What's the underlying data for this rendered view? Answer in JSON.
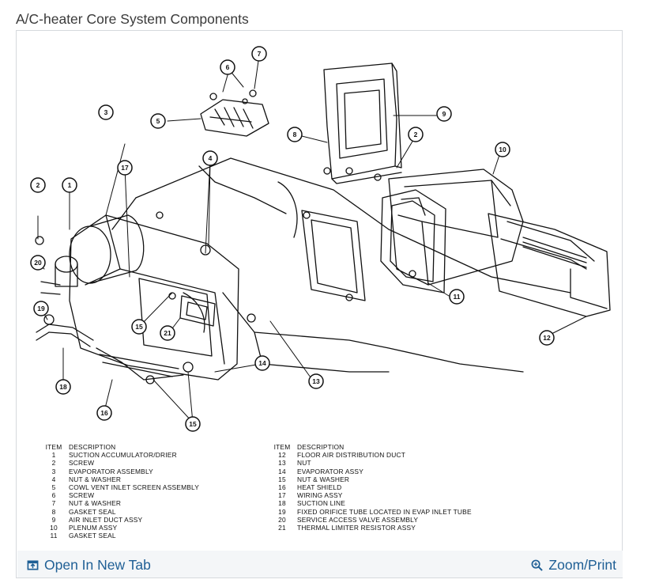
{
  "page": {
    "title": "A/C-heater Core System Components"
  },
  "legend": {
    "left": {
      "header": {
        "item": "ITEM",
        "description": "DESCRIPTION"
      },
      "rows": [
        {
          "item": "1",
          "description": "SUCTION ACCUMULATOR/DRIER"
        },
        {
          "item": "2",
          "description": "SCREW"
        },
        {
          "item": "3",
          "description": "EVAPORATOR ASSEMBLY"
        },
        {
          "item": "4",
          "description": "NUT & WASHER"
        },
        {
          "item": "5",
          "description": "COWL VENT INLET SCREEN ASSEMBLY"
        },
        {
          "item": "6",
          "description": "SCREW"
        },
        {
          "item": "7",
          "description": "NUT & WASHER"
        },
        {
          "item": "8",
          "description": "GASKET SEAL"
        },
        {
          "item": "9",
          "description": "AIR INLET DUCT ASSY"
        },
        {
          "item": "10",
          "description": "PLENUM ASSY"
        },
        {
          "item": "11",
          "description": "GASKET SEAL"
        }
      ]
    },
    "right": {
      "header": {
        "item": "ITEM",
        "description": "DESCRIPTION"
      },
      "rows": [
        {
          "item": "12",
          "description": "FLOOR AIR DISTRIBUTION DUCT"
        },
        {
          "item": "13",
          "description": "NUT"
        },
        {
          "item": "14",
          "description": "EVAPORATOR ASSY"
        },
        {
          "item": "15",
          "description": "NUT & WASHER"
        },
        {
          "item": "16",
          "description": "HEAT SHIELD"
        },
        {
          "item": "17",
          "description": "WIRING ASSY"
        },
        {
          "item": "18",
          "description": "SUCTION LINE"
        },
        {
          "item": "19",
          "description": "FIXED ORIFICE TUBE LOCATED IN EVAP INLET TUBE"
        },
        {
          "item": "20",
          "description": "SERVICE ACCESS VALVE ASSEMBLY"
        },
        {
          "item": "21",
          "description": "THERMAL LIMITER RESISTOR ASSY"
        }
      ]
    }
  },
  "callouts": {
    "c1": "1",
    "c2a": "2",
    "c2b": "2",
    "c3": "3",
    "c4": "4",
    "c5": "5",
    "c6": "6",
    "c7": "7",
    "c8": "8",
    "c9": "9",
    "c10": "10",
    "c11": "11",
    "c12": "12",
    "c13": "13",
    "c14": "14",
    "c15a": "15",
    "c15b": "15",
    "c16": "16",
    "c17": "17",
    "c18": "18",
    "c19": "19",
    "c20": "20",
    "c21": "21"
  },
  "footer": {
    "open_label": "Open In New Tab",
    "zoom_label": "Zoom/Print",
    "open_icon": "open-new-tab-icon",
    "zoom_icon": "zoom-magnifier-icon",
    "link_color": "#1f5f95"
  }
}
